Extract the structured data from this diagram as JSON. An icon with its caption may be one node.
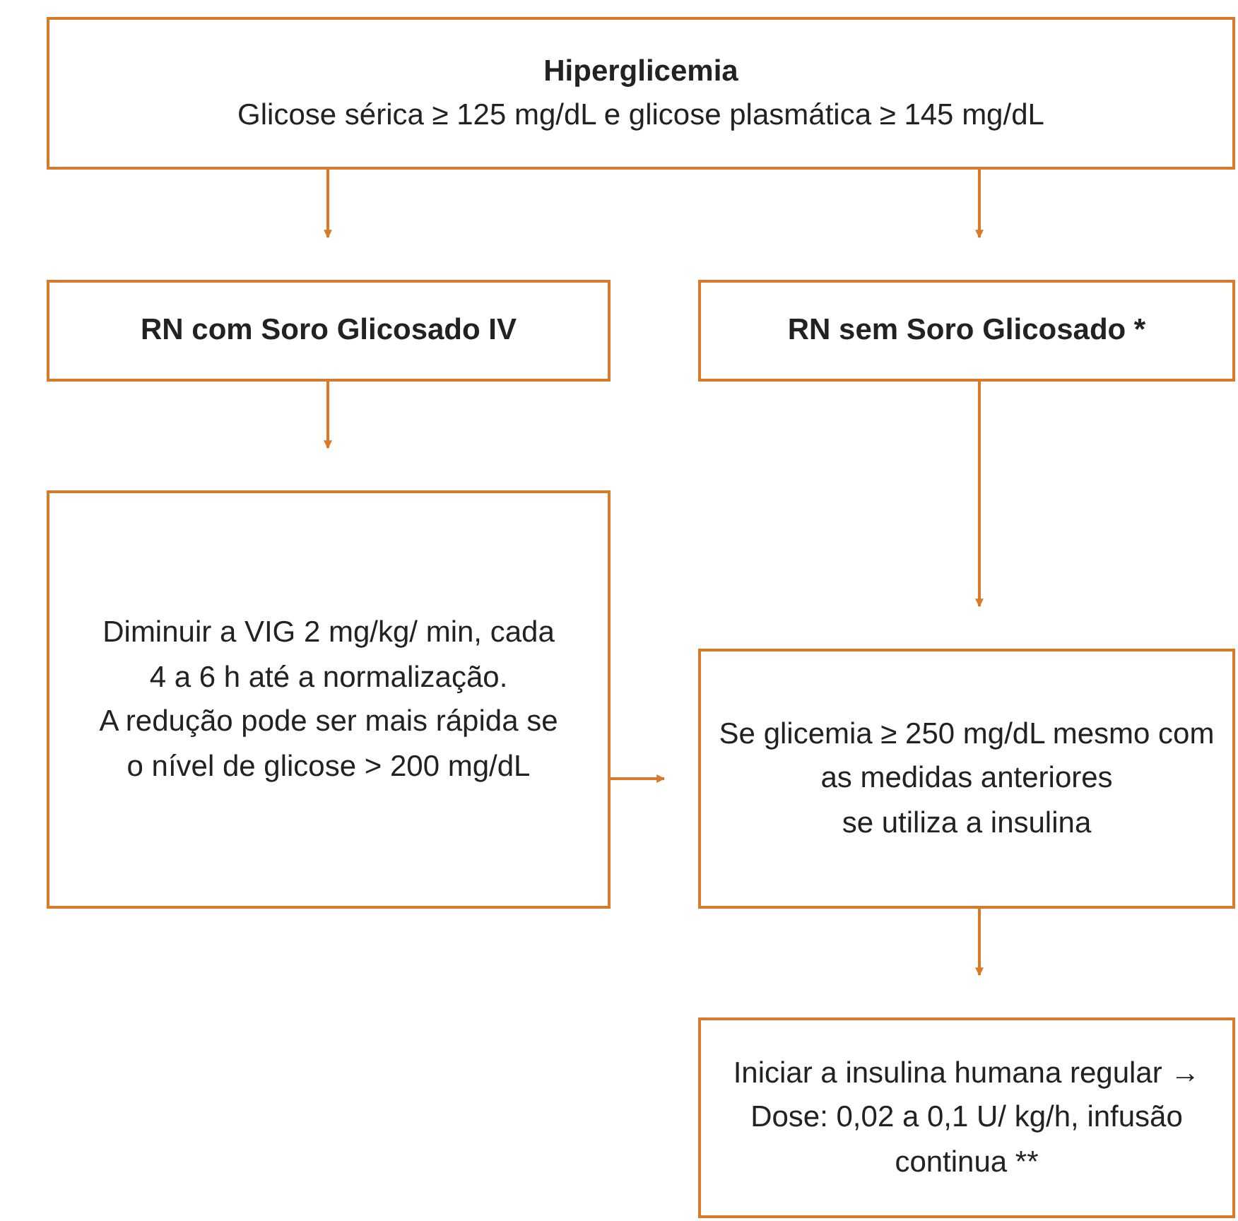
{
  "diagram": {
    "nodes": [
      {
        "text": [
          "Hiperglicemia",
          "Glicose sérica ≥ 125 mg/dL e glicose plasmática ≥ 145 mg/dL"
        ]
      },
      {
        "text": [
          "RN com Soro Glicosado IV"
        ]
      },
      {
        "text": [
          "RN sem Soro Glicosado *"
        ]
      },
      {
        "text": [
          "Diminuir a VIG 2 mg/kg/ min, cada 4 a 6 h até a normalização.",
          "A redução pode ser mais rápida se o nível de glicose > 200 mg/dL"
        ]
      },
      {
        "text": [
          "Se glicemia ≥ 250 mg/dL mesmo com as medidas anteriores",
          "se utiliza a insulina"
        ]
      },
      {
        "text": [
          "Iniciar a insulina humana regular → Dose: 0,02 a 0,1 U/ kg/h, infusão continua **"
        ]
      }
    ],
    "edges": [
      {
        "from": 0,
        "to": 1,
        "arrow": "to"
      },
      {
        "from": 0,
        "to": 2,
        "arrow": "to"
      },
      {
        "from": 1,
        "to": 3,
        "arrow": "to"
      },
      {
        "from": 2,
        "to": 4,
        "arrow": "to"
      },
      {
        "from": 3,
        "to": 4,
        "arrow": "to"
      },
      {
        "from": 4,
        "to": 5,
        "arrow": "to"
      }
    ]
  }
}
